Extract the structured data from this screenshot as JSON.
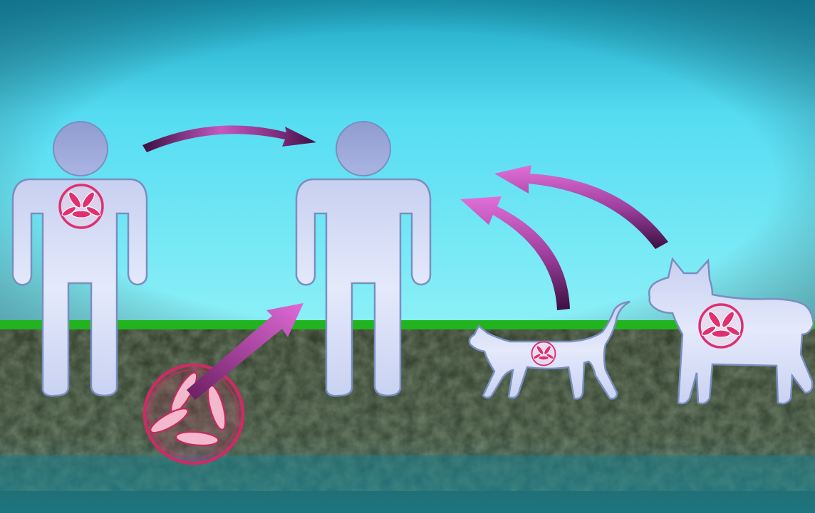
{
  "diagram": {
    "nodes": [
      {
        "id": "infected-human",
        "kind": "human",
        "infected": true
      },
      {
        "id": "healthy-human",
        "kind": "human",
        "infected": false
      },
      {
        "id": "cat",
        "kind": "cat",
        "infected": true
      },
      {
        "id": "dog",
        "kind": "dog",
        "infected": true
      },
      {
        "id": "soil-parasite-cyst",
        "kind": "parasite-cyst",
        "infected": true
      }
    ],
    "edges": [
      {
        "from": "infected-human",
        "to": "healthy-human"
      },
      {
        "from": "soil-parasite-cyst",
        "to": "healthy-human"
      },
      {
        "from": "cat",
        "to": "healthy-human"
      },
      {
        "from": "dog",
        "to": "healthy-human"
      }
    ]
  },
  "colors": {
    "sky_top": "#1fb3cf",
    "sky_mid": "#5fe2f5",
    "sky_horizon": "#8ff0f8",
    "grass": "#22b41e",
    "soil": "#2f3d2a",
    "figure_fill": "#dbe2f7",
    "figure_outline": "#7a8fc0",
    "parasite": "#e0306f",
    "arrow_light": "#d060c8",
    "arrow_dark": "#3a1040"
  },
  "icons": [
    "human-figure-icon",
    "cat-icon",
    "dog-icon",
    "parasite-cyst-icon",
    "transmission-arrow-icon"
  ]
}
